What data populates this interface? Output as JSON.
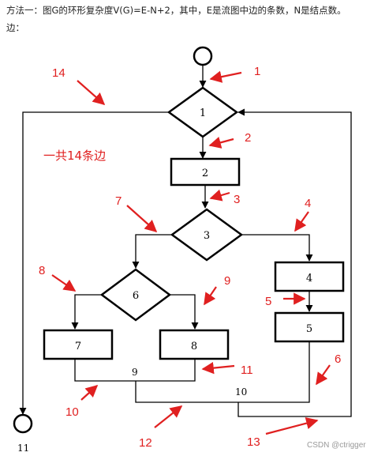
{
  "intro": {
    "line1": "方法一：图G的环形复杂度V(G)=E-N+2，其中，E是流图中边的条数，N是结点数。",
    "line2": "边："
  },
  "diagram": {
    "nodes": {
      "n1": "1",
      "n2": "2",
      "n3": "3",
      "n4": "4",
      "n5": "5",
      "n6": "6",
      "n7": "7",
      "n8": "8",
      "n9": "9",
      "n10": "10",
      "n11": "11"
    },
    "edge_numbers": {
      "e1": "1",
      "e2": "2",
      "e3": "3",
      "e4": "4",
      "e5": "5",
      "e6": "6",
      "e7": "7",
      "e8": "8",
      "e9": "9",
      "e10": "10",
      "e11": "11",
      "e12": "12",
      "e13": "13",
      "e14": "14"
    },
    "annotation": "一共14条边",
    "colors": {
      "annotation": "#e02020",
      "lines": "#000000"
    }
  },
  "watermark": "CSDN @ctrigger"
}
